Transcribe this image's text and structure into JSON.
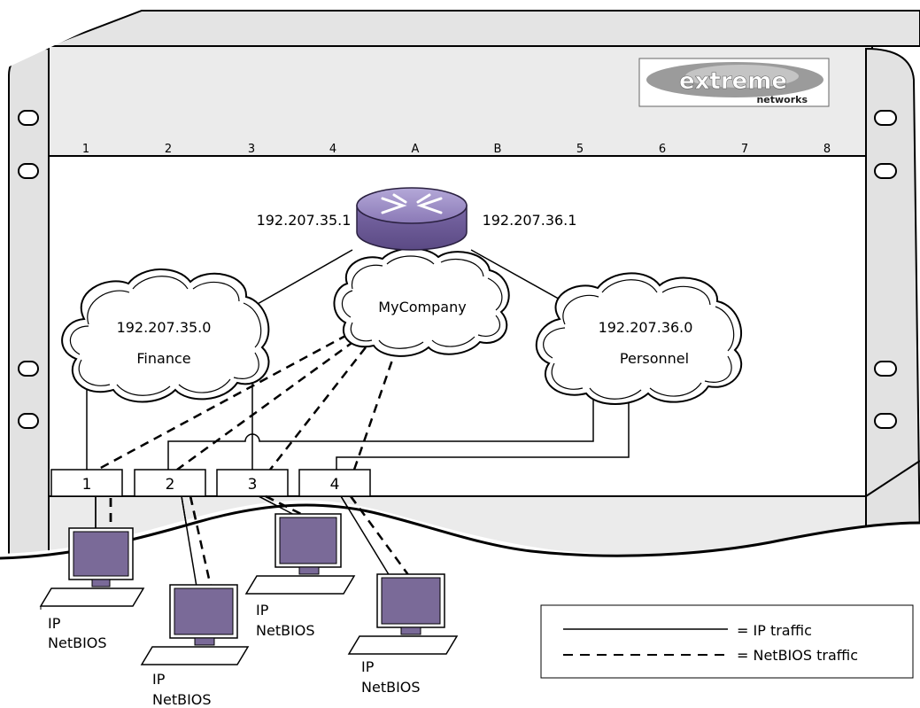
{
  "logo": {
    "brand": "extreme",
    "sub": "networks"
  },
  "slots": [
    "1",
    "2",
    "3",
    "4",
    "A",
    "B",
    "5",
    "6",
    "7",
    "8"
  ],
  "router": {
    "left_ip": "192.207.35.1",
    "right_ip": "192.207.36.1"
  },
  "clouds": {
    "finance": {
      "network": "192.207.35.0",
      "name": "Finance"
    },
    "mycompany": {
      "name": "MyCompany"
    },
    "personnel": {
      "network": "192.207.36.0",
      "name": "Personnel"
    }
  },
  "ports": [
    "1",
    "2",
    "3",
    "4"
  ],
  "hosts": [
    {
      "line1": "IP",
      "line2": "NetBIOS"
    },
    {
      "line1": "IP",
      "line2": "NetBIOS"
    },
    {
      "line1": "IP",
      "line2": "NetBIOS"
    },
    {
      "line1": "IP",
      "line2": "NetBIOS"
    }
  ],
  "legend": {
    "ip": "= IP traffic",
    "netbios": "= NetBIOS traffic"
  },
  "colors": {
    "chassis": "#ebebeb",
    "panel": "#ffffff",
    "monitor": "#7a6a98",
    "router_top": "#9a8cc0",
    "router_side": "#6f5e96",
    "logo_grey": "#8a8a8a"
  }
}
